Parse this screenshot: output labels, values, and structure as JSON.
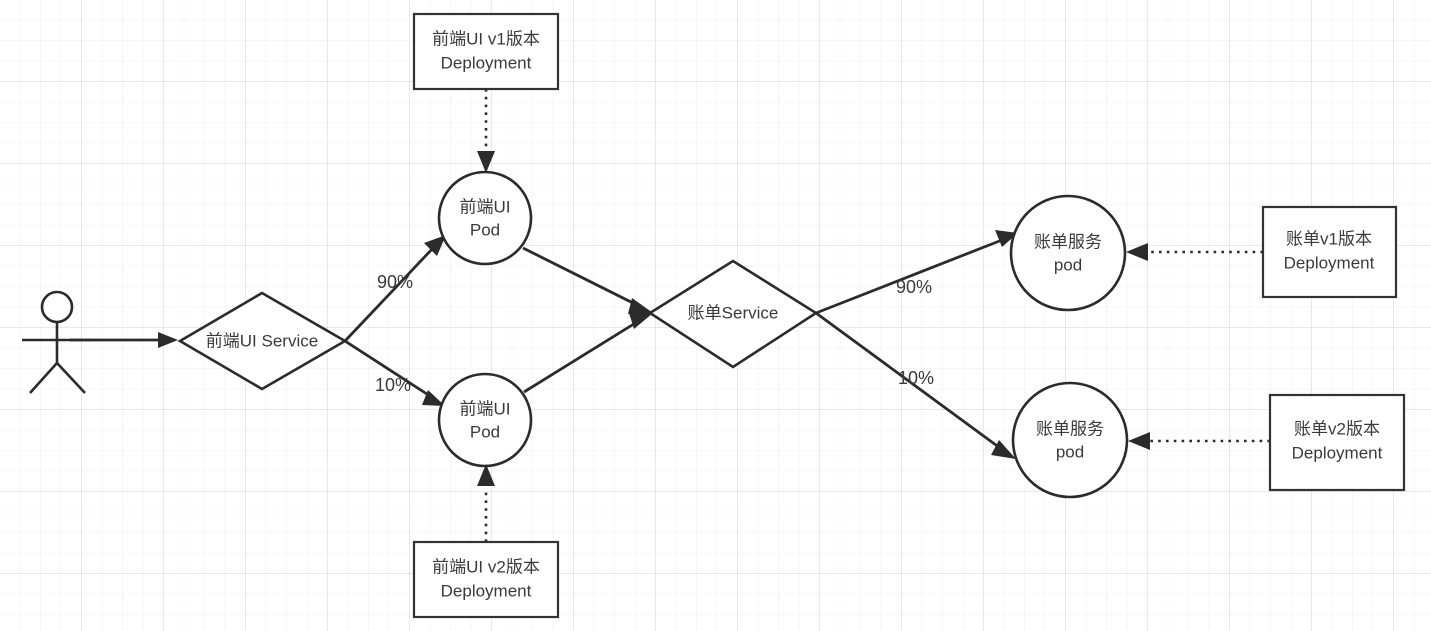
{
  "diagram": {
    "title": "Kubernetes canary release topology",
    "colors": {
      "stroke": "#2b2b2b",
      "text": "#3a3a3a",
      "background": "#ffffff",
      "grid_minor": "#f0f0f0",
      "grid_major": "#e4e4e4"
    },
    "actor": {
      "name": "user-actor"
    },
    "nodes": {
      "frontend_service": {
        "line1": "前端UI Service"
      },
      "frontend_pod_v1": {
        "line1": "前端UI",
        "line2": "Pod"
      },
      "frontend_pod_v2": {
        "line1": "前端UI",
        "line2": "Pod"
      },
      "frontend_deploy_v1": {
        "line1": "前端UI v1版本",
        "line2": "Deployment"
      },
      "frontend_deploy_v2": {
        "line1": "前端UI v2版本",
        "line2": "Deployment"
      },
      "billing_service": {
        "line1": "账单Service"
      },
      "billing_pod_v1": {
        "line1": "账单服务",
        "line2": "pod"
      },
      "billing_pod_v2": {
        "line1": "账单服务",
        "line2": "pod"
      },
      "billing_deploy_v1": {
        "line1": "账单v1版本",
        "line2": "Deployment"
      },
      "billing_deploy_v2": {
        "line1": "账单v2版本",
        "line2": "Deployment"
      }
    },
    "edge_labels": {
      "frontend_major": "90%",
      "frontend_minor": "10%",
      "billing_major": "90%",
      "billing_minor": "10%"
    }
  }
}
